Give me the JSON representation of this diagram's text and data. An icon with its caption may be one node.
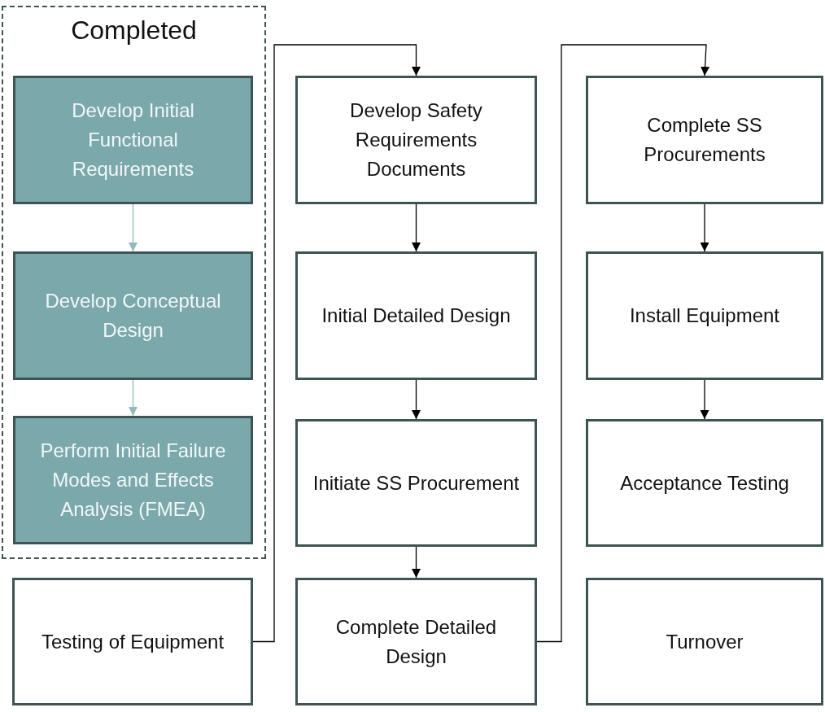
{
  "diagram": {
    "nodes": [
      {
        "text": [
          "Completed"
        ]
      },
      {
        "text": [
          "Develop Initial Functional Requirements"
        ],
        "in": 0
      },
      {
        "text": [
          "Develop Conceptual Design"
        ],
        "in": 0
      },
      {
        "text": [
          "Perform Initial Failure Modes and Effects Analysis (FMEA)"
        ],
        "in": 0
      },
      {
        "text": [
          "Testing of Equipment"
        ]
      },
      {
        "text": [
          "Develop Safety Requirements Documents"
        ]
      },
      {
        "text": [
          "Initial Detailed Design"
        ]
      },
      {
        "text": [
          "Initiate SS Procurement"
        ]
      },
      {
        "text": [
          "Complete Detailed Design"
        ]
      },
      {
        "text": [
          "Complete SS Procurements"
        ]
      },
      {
        "text": [
          "Install Equipment"
        ]
      },
      {
        "text": [
          "Acceptance Testing"
        ]
      },
      {
        "text": [
          "Turnover"
        ]
      }
    ],
    "edges": [
      {
        "from": 1,
        "to": 2,
        "arrow": "to",
        "color": "#94b9ba"
      },
      {
        "from": 2,
        "to": 3,
        "arrow": "to",
        "color": "#94b9ba"
      },
      {
        "from": 4,
        "to": 5,
        "arrow": "to"
      },
      {
        "from": 5,
        "to": 6,
        "arrow": "to"
      },
      {
        "from": 6,
        "to": 7,
        "arrow": "to"
      },
      {
        "from": 7,
        "to": 8,
        "arrow": "to"
      },
      {
        "from": 8,
        "to": 9,
        "arrow": "to"
      },
      {
        "from": 9,
        "to": 10,
        "arrow": "to"
      },
      {
        "from": 10,
        "to": 11,
        "arrow": "to"
      }
    ]
  }
}
